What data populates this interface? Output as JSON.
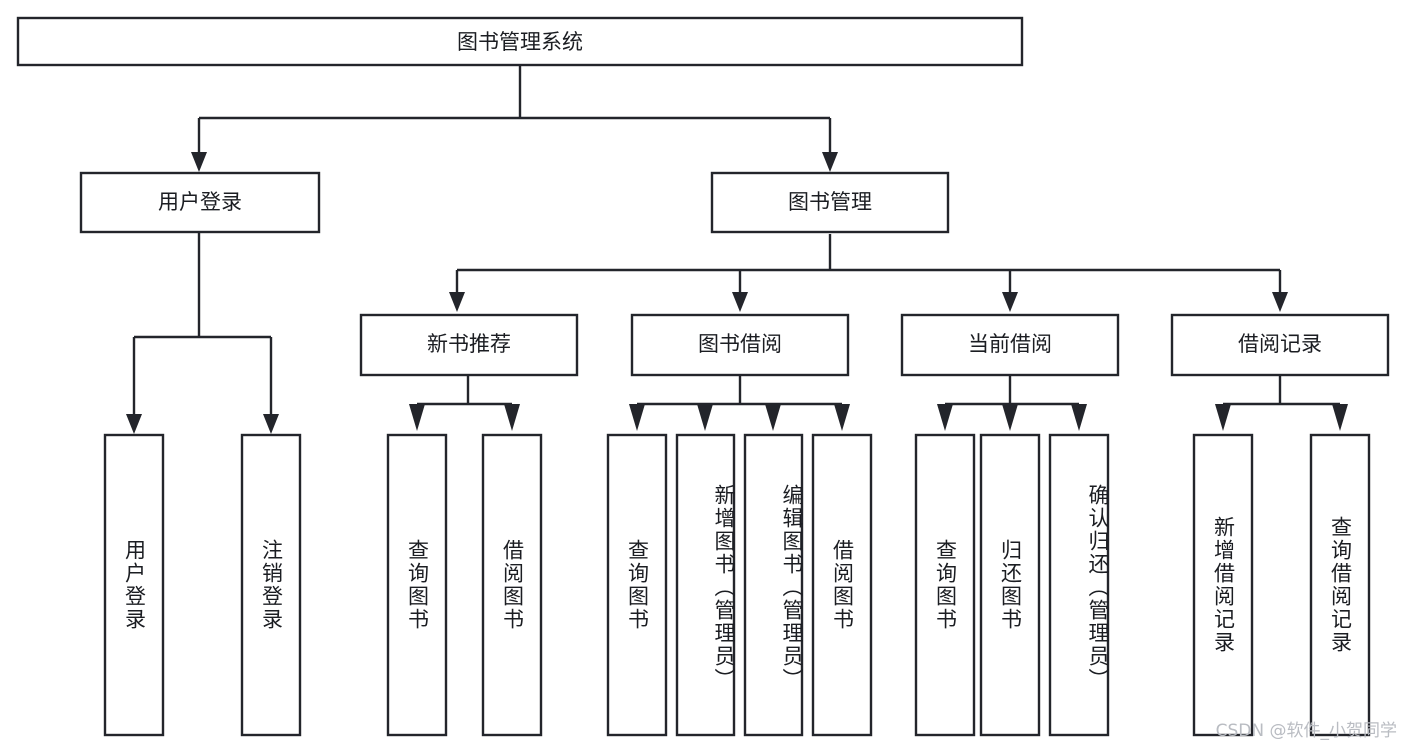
{
  "diagram": {
    "type": "tree-hierarchy",
    "title": "图书管理系统",
    "watermark": "CSDN @软件_小贺同学",
    "colors": {
      "stroke": "#23252b",
      "box_fill": "#ffffff",
      "text": "#1b1d22",
      "watermark": "#b9bcc2",
      "background": "#ffffff"
    },
    "root": {
      "label": "图书管理系统",
      "orientation": "horizontal"
    },
    "level2": [
      {
        "label": "用户登录",
        "orientation": "horizontal"
      },
      {
        "label": "图书管理",
        "orientation": "horizontal"
      }
    ],
    "level3": [
      {
        "label": "新书推荐",
        "orientation": "horizontal",
        "parent": "图书管理"
      },
      {
        "label": "图书借阅",
        "orientation": "horizontal",
        "parent": "图书管理"
      },
      {
        "label": "当前借阅",
        "orientation": "horizontal",
        "parent": "图书管理"
      },
      {
        "label": "借阅记录",
        "orientation": "horizontal",
        "parent": "图书管理"
      }
    ],
    "leaves": [
      {
        "label": "用户登录",
        "parent": "用户登录",
        "orientation": "vertical"
      },
      {
        "label": "注销登录",
        "parent": "用户登录",
        "orientation": "vertical"
      },
      {
        "label": "查询图书",
        "parent": "新书推荐",
        "orientation": "vertical"
      },
      {
        "label": "借阅图书",
        "parent": "新书推荐",
        "orientation": "vertical"
      },
      {
        "label": "查询图书",
        "parent": "图书借阅",
        "orientation": "vertical"
      },
      {
        "label": "新增图书（管理员）",
        "parent": "图书借阅",
        "orientation": "vertical"
      },
      {
        "label": "编辑图书（管理员）",
        "parent": "图书借阅",
        "orientation": "vertical"
      },
      {
        "label": "借阅图书",
        "parent": "图书借阅",
        "orientation": "vertical"
      },
      {
        "label": "查询图书",
        "parent": "当前借阅",
        "orientation": "vertical"
      },
      {
        "label": "归还图书",
        "parent": "当前借阅",
        "orientation": "vertical"
      },
      {
        "label": "确认归还（管理员）",
        "parent": "当前借阅",
        "orientation": "vertical"
      },
      {
        "label": "新增借阅记录",
        "parent": "借阅记录",
        "orientation": "vertical"
      },
      {
        "label": "查询借阅记录",
        "parent": "借阅记录",
        "orientation": "vertical"
      }
    ]
  }
}
